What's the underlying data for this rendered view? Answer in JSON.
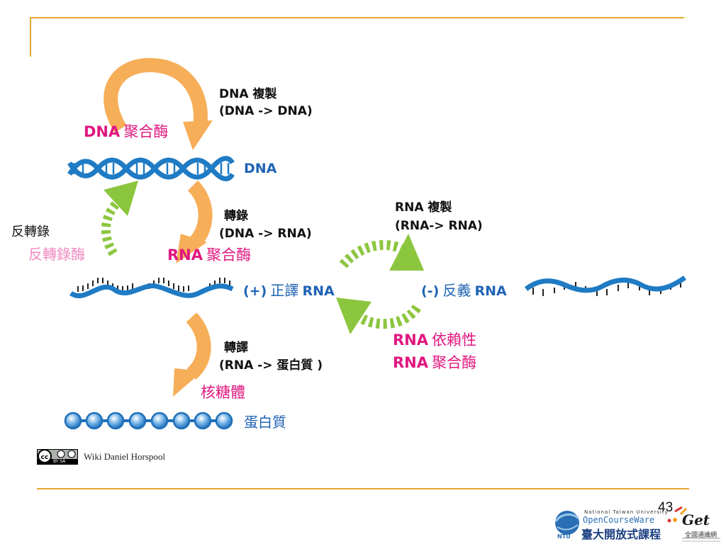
{
  "colors": {
    "frame": "#e5a831",
    "orange_arrow": "#f7ae58",
    "green_arrow": "#8cc63f",
    "strand_blue": "#1f7bc4",
    "magenta": "#e0177f",
    "pink_light": "#f089c0",
    "label_blue": "#1f63b5"
  },
  "diagram": {
    "dna_replication": {
      "title": "DNA 複製",
      "formula": "(DNA -> DNA)"
    },
    "dna_polymerase": {
      "prefix": "DNA",
      "suffix": "聚合酶"
    },
    "dna_label": "DNA",
    "transcription": {
      "title": "轉錄",
      "formula": "(DNA -> RNA)"
    },
    "rna_polymerase": {
      "prefix": "RNA",
      "suffix": "聚合酶"
    },
    "reverse_transcription": "反轉錄",
    "reverse_transcriptase": "反轉錄酶",
    "sense_rna": {
      "sign": "(+)",
      "name": "正譯",
      "label": "RNA"
    },
    "antisense_rna": {
      "sign": "(-)",
      "name": "反義",
      "label": "RNA"
    },
    "rna_replication": {
      "title": "RNA 複製",
      "formula": "(RNA-> RNA)"
    },
    "rdrp": {
      "line1_prefix": "RNA",
      "line1_suffix": "依賴性",
      "line2_prefix": "RNA",
      "line2_suffix": "聚合酶"
    },
    "translation": {
      "title": "轉譯",
      "formula": "(RNA -> 蛋白質 )"
    },
    "ribosome": "核糖體",
    "protein_label": "蛋白質"
  },
  "footer": {
    "license_text": "BY SA",
    "credit": "Wiki Daniel Horspool",
    "page_number": "43",
    "ntu_tagline": "National Taiwan University",
    "ocw_name": "OpenCourseWare",
    "ocw_chinese": "臺大開放式課程",
    "ntu_abbrev": "NTU",
    "get_logo": "Get",
    "get_chinese": "全國通識網"
  }
}
